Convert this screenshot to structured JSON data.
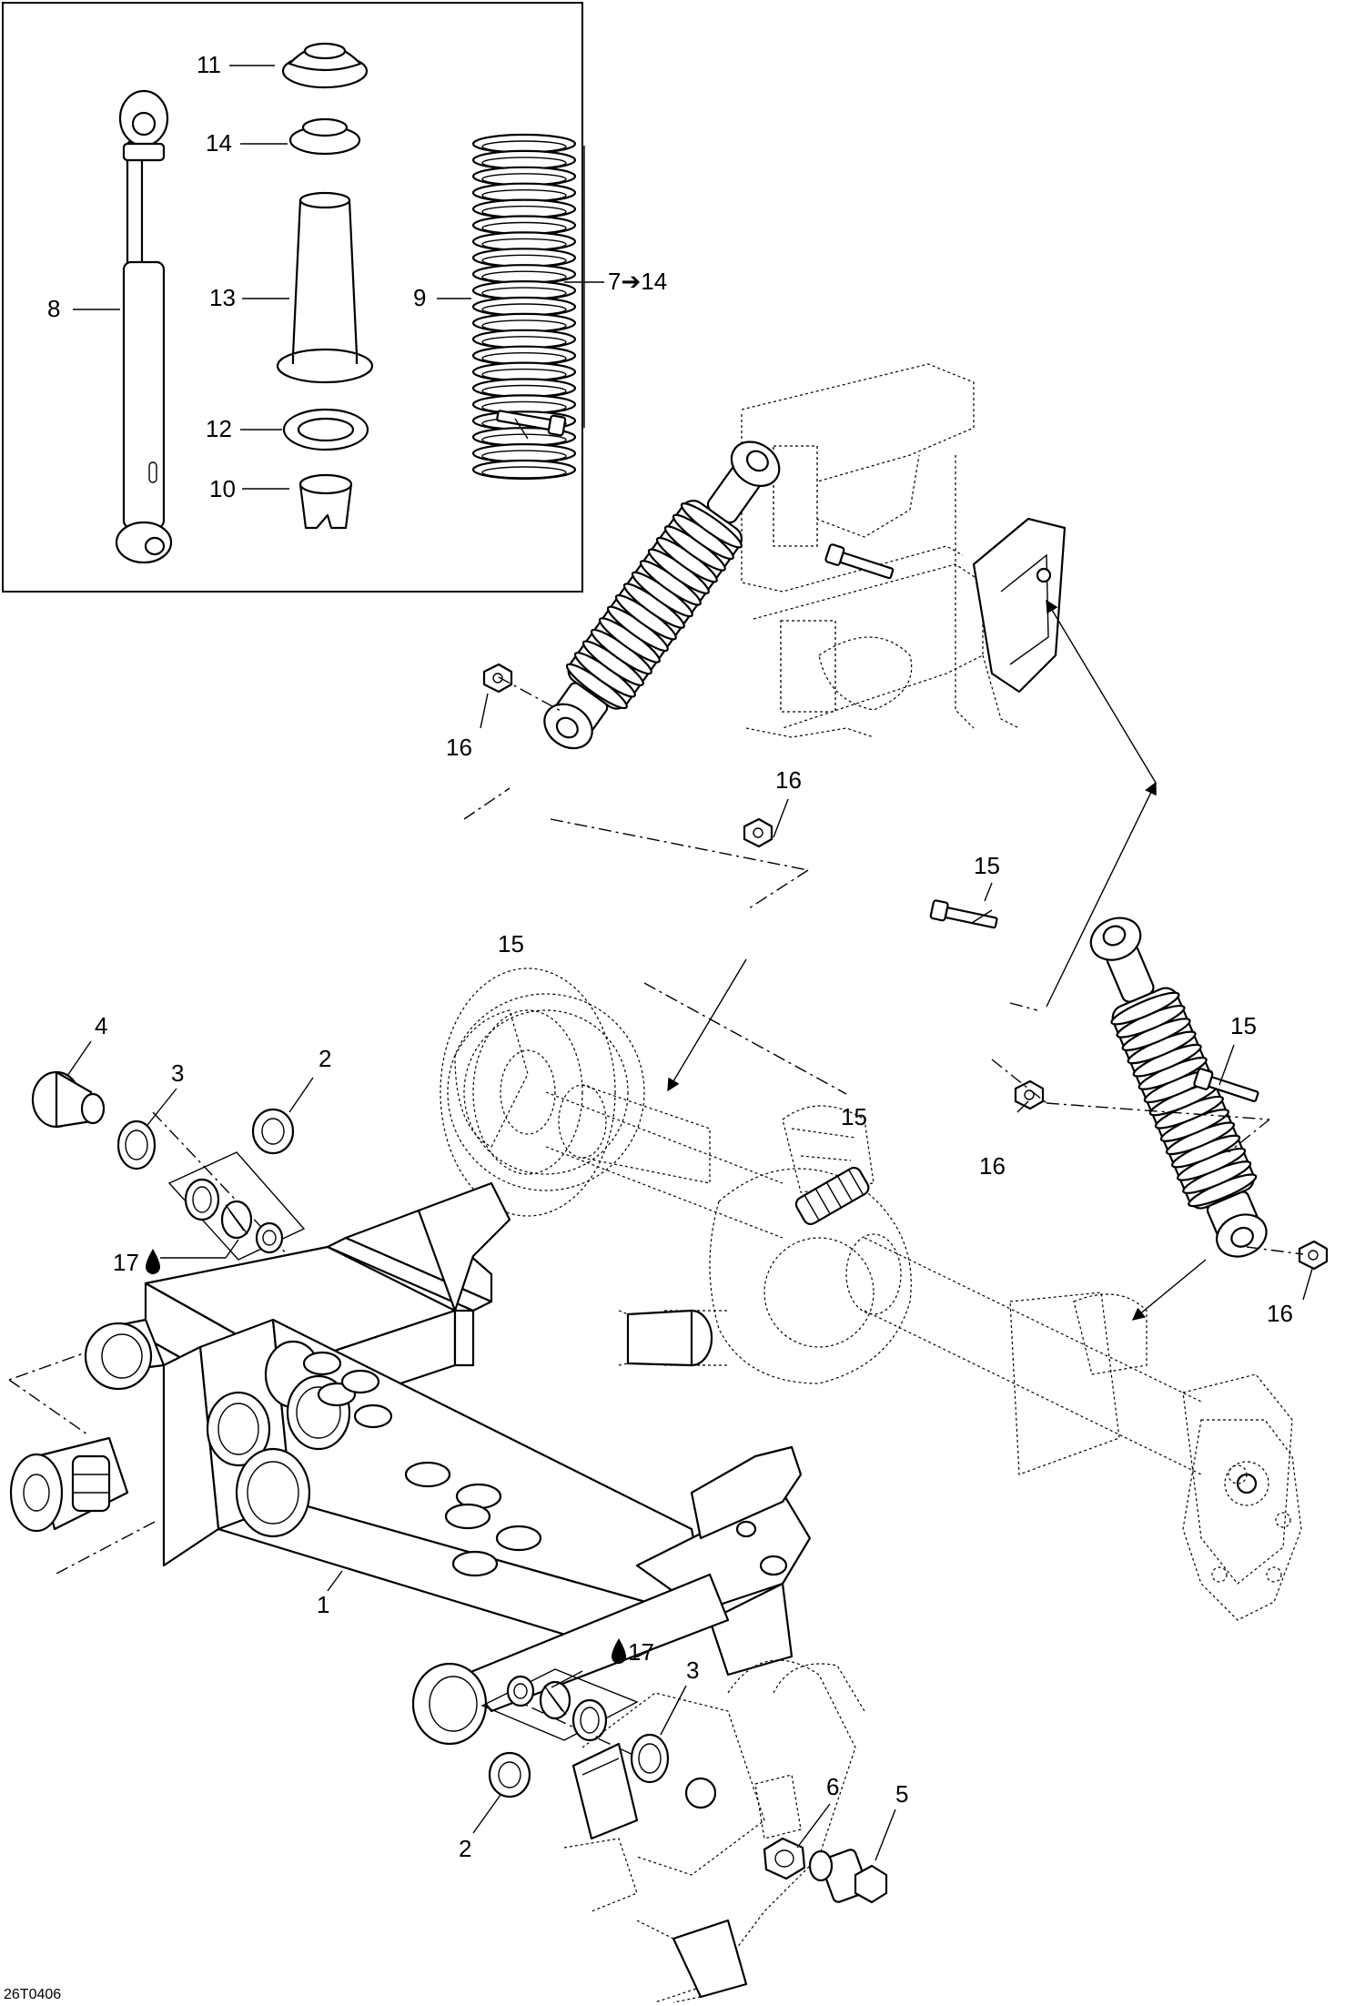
{
  "diagram_code": "26T0406",
  "callouts": {
    "c1": "1",
    "c2a": "2",
    "c2b": "2",
    "c3a": "3",
    "c3b": "3",
    "c4": "4",
    "c5": "5",
    "c6": "6",
    "c7to14": "7➔14",
    "c8": "8",
    "c9": "9",
    "c10": "10",
    "c11": "11",
    "c12": "12",
    "c13": "13",
    "c14": "14",
    "c15a": "15",
    "c15b": "15",
    "c15c": "15",
    "c15d": "15",
    "c16a": "16",
    "c16b": "16",
    "c16c": "16",
    "c16d": "16",
    "c17a": "17",
    "c17b": "17"
  },
  "icons": [
    "grease-drop-icon",
    "arrow-right-icon"
  ]
}
